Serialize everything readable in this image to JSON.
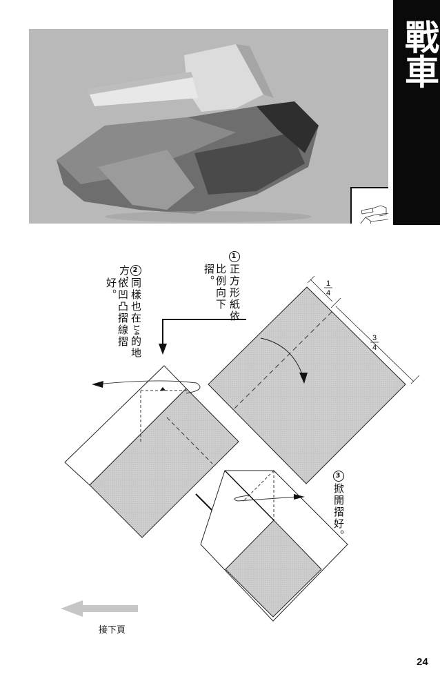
{
  "title": "戰車",
  "photo": {
    "subject": "origami tank",
    "thumbnail": "tank-line-drawing"
  },
  "steps": [
    {
      "number": "1",
      "text_col1": "正方形紙依",
      "text_col2": "比例向下摺。"
    },
    {
      "number": "2",
      "text_col1": "同樣也在",
      "fraction": "1/4",
      "text_col1b": "的地方，",
      "text_col2": "依凹凸摺線摺好。"
    },
    {
      "number": "3",
      "text": "掀開摺好。"
    }
  ],
  "measurements": {
    "small": {
      "numerator": "1",
      "denominator": "4"
    },
    "large": {
      "numerator": "3",
      "denominator": "4"
    }
  },
  "next_page_label": "接下頁",
  "page_number": "24",
  "colors": {
    "paper_gray": "#c8c8c8",
    "tab_black": "#0a0a0a",
    "photo_bg": "#b9b9b9"
  }
}
